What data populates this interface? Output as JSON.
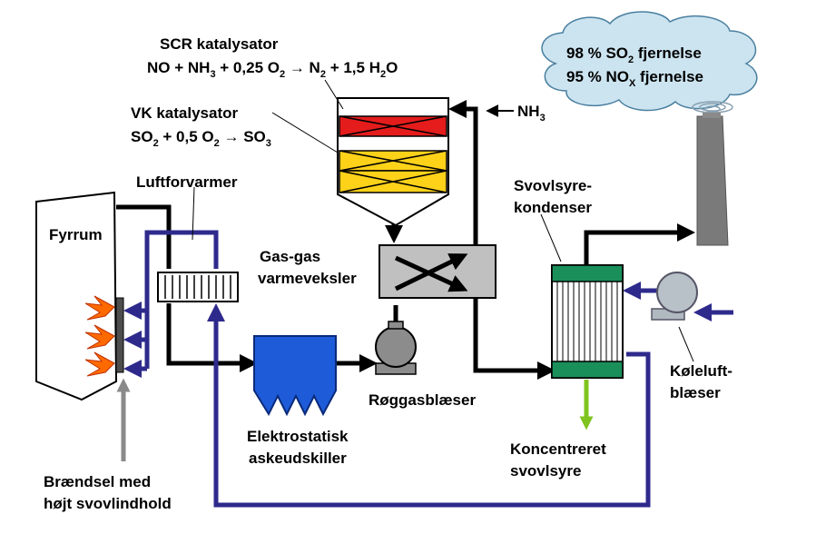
{
  "labels": {
    "scr_title": "SCR katalysator",
    "scr_eq_pre": "NO + NH",
    "scr_eq_3": "3",
    "scr_eq_mid": " + 0,25 O",
    "scr_eq_2a": "2",
    "scr_eq_arrow": " → N",
    "scr_eq_2b": "2",
    "scr_eq_post": " + 1,5 H",
    "scr_eq_2c": "2",
    "scr_eq_end": "O",
    "vk_title": "VK katalysator",
    "vk_eq_so": "SO",
    "vk_eq_2a": "2",
    "vk_eq_mid": " + 0,5 O",
    "vk_eq_2b": "2",
    "vk_eq_arrow": " → SO",
    "vk_eq_3": "3",
    "nh3_nh": "NH",
    "nh3_3": "3",
    "cloud_line1_pre": "98 % SO",
    "cloud_line1_sub": "2",
    "cloud_line1_post": " fjernelse",
    "cloud_line2_pre": "95 % NO",
    "cloud_line2_sub": "X",
    "cloud_line2_post": " fjernelse",
    "luftforvarmer": "Luftforvarmer",
    "fyrrum": "Fyrrum",
    "gasgas_line1": "Gas-gas",
    "gasgas_line2": "varmeveksler",
    "svovlsyre_line1": "Svovlsyre-",
    "svovlsyre_line2": "kondenser",
    "roggas": "Røggasblæser",
    "elektro_line1": "Elektrostatisk",
    "elektro_line2": "askeudskiller",
    "koncentreret_line1": "Koncentreret",
    "koncentreret_line2": "svovlsyre",
    "koleluft_line1": "Køleluft-",
    "koleluft_line2": "blæser",
    "braendsel_line1": "Brændsel med",
    "braendsel_line2": "højt svovlindhold"
  },
  "colors": {
    "flue_gas": "#000000",
    "air": "#2e2a8c",
    "fuel": "#8a8a8a",
    "acid": "#7fc41e",
    "scr_catalyst": "#e51c1c",
    "vk_catalyst": "#ffd21a",
    "esp": "#1e5bd8",
    "condenser_ends": "#1a8f5a",
    "cloud": "#cce4f0",
    "flame": "#ff6a00"
  },
  "icons": [
    "flame-icon",
    "blower-icon",
    "stack-icon",
    "cloud-icon",
    "catalyst-icon"
  ]
}
